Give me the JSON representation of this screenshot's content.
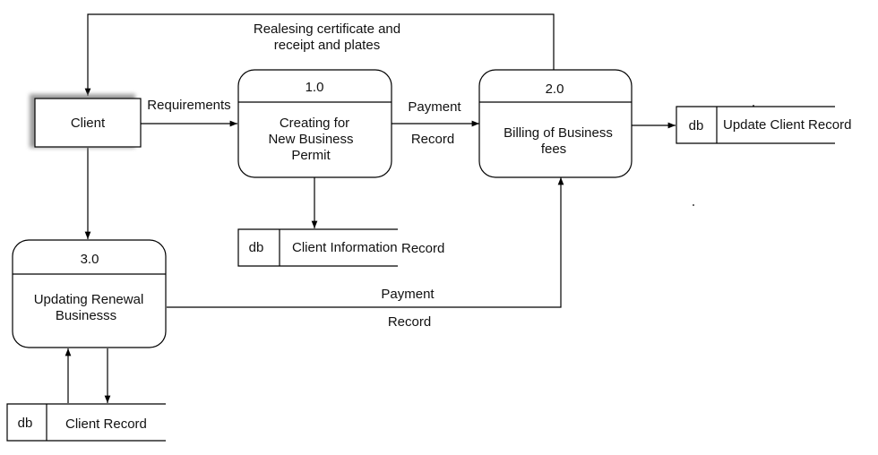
{
  "entity": {
    "label": "Client"
  },
  "processes": {
    "p1": {
      "number": "1.0",
      "lines": [
        "Creating for",
        "New Business",
        "Permit"
      ]
    },
    "p2": {
      "number": "2.0",
      "lines": [
        "Billing of Business",
        "fees"
      ]
    },
    "p3": {
      "number": "3.0",
      "lines": [
        "Updating Renewal",
        "Businesss"
      ]
    }
  },
  "stores": {
    "client_information": {
      "tag": "db",
      "label": "Client Information",
      "suffix": "Record"
    },
    "update_client": {
      "tag": "db",
      "label": "Update Client Record"
    },
    "client_record": {
      "tag": "db",
      "label": "Client Record"
    }
  },
  "flows": {
    "top": {
      "lines": [
        "Realesing certificate and",
        "receipt and plates"
      ]
    },
    "requirements": {
      "label": "Requirements"
    },
    "payment_1": {
      "line1": "Payment",
      "line2": "Record"
    },
    "payment_2": {
      "line1": "Payment",
      "line2": "Record"
    }
  }
}
